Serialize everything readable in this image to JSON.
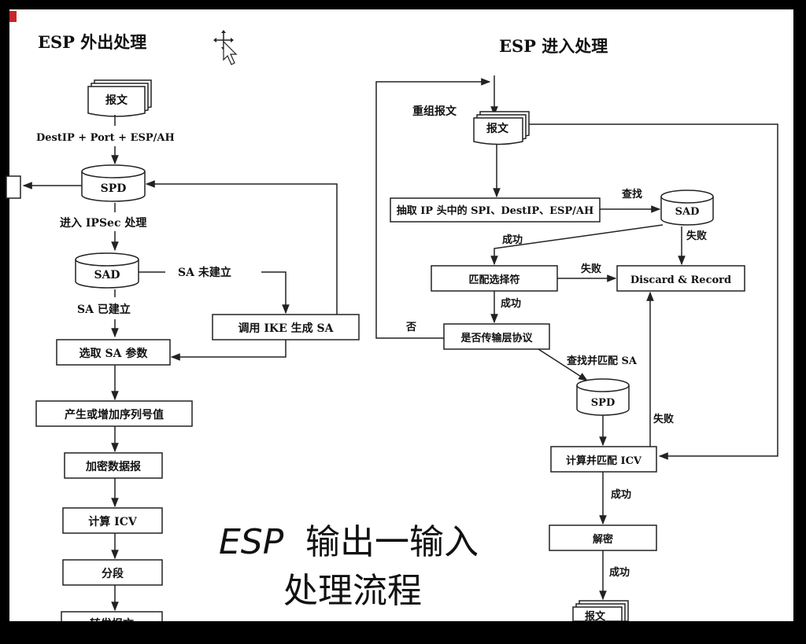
{
  "outbound": {
    "title": "ESP 外出处理",
    "packet": "报文",
    "selector_label": "DestIP + Port + ESP/AH",
    "spd": "SPD",
    "enter_ipsec": "进入 IPSec 处理",
    "sad": "SAD",
    "sa_not_established": "SA 未建立",
    "sa_established": "SA 已建立",
    "call_ike": "调用 IKE 生成 SA",
    "select_sa": "选取 SA 参数",
    "seq_number": "产生或增加序列号值",
    "encrypt": "加密数据报",
    "compute_icv": "计算 ICV",
    "fragment": "分段",
    "forward_partial": "转发报文"
  },
  "inbound": {
    "title": "ESP 进入处理",
    "reassemble": "重组报文",
    "packet": "报文",
    "extract": "抽取 IP 头中的 SPI、DestIP、ESP/AH",
    "lookup": "查找",
    "sad": "SAD",
    "success_1": "成功",
    "fail_1": "失败",
    "match_selector": "匹配选择符",
    "fail_2": "失败",
    "discard": "Discard & Record",
    "success_2": "成功",
    "no": "否",
    "transport_check": "是否传输层协议",
    "lookup_match_sa": "查找并匹配 SA",
    "spd": "SPD",
    "fail_3": "失败",
    "compute_icv": "计算并匹配 ICV",
    "success_3": "成功",
    "decrypt": "解密",
    "success_4": "成功",
    "packet_out": "报文"
  },
  "overlay_title": {
    "line1_latin": "ESP",
    "line1_cjk": "输出一输入",
    "line2": "处理流程"
  },
  "colors": {
    "background": "#ffffff",
    "frame": "#000000",
    "accent": "#c62828",
    "line": "#222222"
  }
}
